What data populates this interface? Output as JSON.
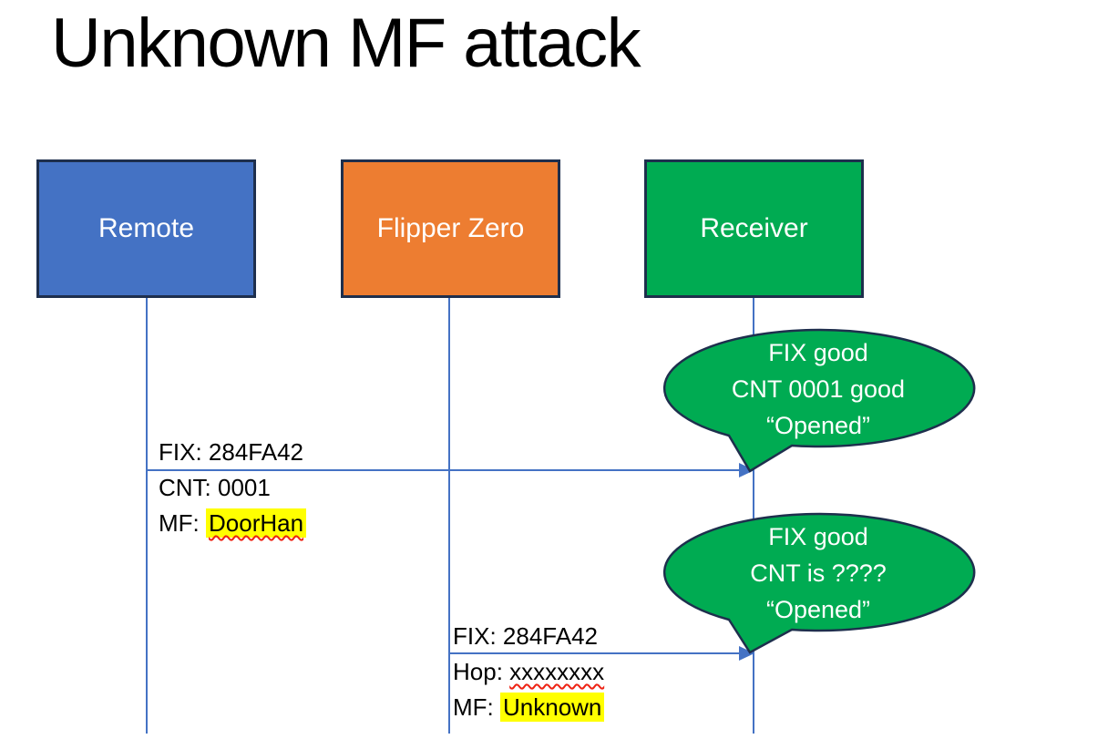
{
  "title": "Unknown MF attack",
  "colors": {
    "remote_fill": "#4472c4",
    "flipper_fill": "#ed7d31",
    "receiver_fill": "#00ab52",
    "callout_fill": "#00ab52",
    "shape_border": "#1e2f4d",
    "arrow_line": "#4472c4",
    "highlight": "#ffff00",
    "spellcheck_squiggle": "#ee2214"
  },
  "actors": [
    {
      "label": "Remote"
    },
    {
      "label": "Flipper Zero"
    },
    {
      "label": "Receiver"
    }
  ],
  "messages": [
    {
      "from": "Remote",
      "to": "Receiver",
      "line1": "FIX: 284FA42",
      "line2": "CNT: 0001",
      "line3_prefix": "MF: ",
      "line3_mark": "DoorHan"
    },
    {
      "from": "Flipper Zero",
      "to": "Receiver",
      "line1": "FIX: 284FA42",
      "line2_prefix": "Hop: ",
      "line2_mark": "xxxxxxxx",
      "line3_prefix": "MF: ",
      "line3_mark": "Unknown"
    }
  ],
  "callouts": [
    {
      "line1": "FIX good",
      "line2": "CNT 0001 good",
      "line3": "“Opened”"
    },
    {
      "line1": "FIX good",
      "line2": "CNT is ????",
      "line3": "“Opened”"
    }
  ]
}
